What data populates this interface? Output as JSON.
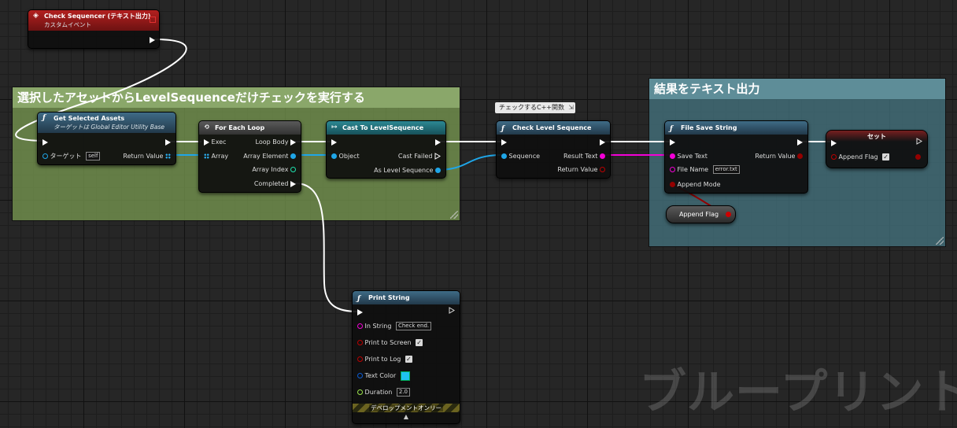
{
  "comments": {
    "left_title": "選択したアセットからLevelSequenceだけチェックを実行する",
    "right_title": "結果をテキスト出力"
  },
  "event_node": {
    "title": "Check Sequencer (テキスト出力)",
    "subtitle": "カスタムイベント"
  },
  "get_selected_assets": {
    "title": "Get Selected Assets",
    "subtitle": "ターゲットは Global Editor Utility Base",
    "target_label": "ターゲット",
    "target_value": "self",
    "return_label": "Return Value"
  },
  "for_each_loop": {
    "title": "For Each Loop",
    "exec_label": "Exec",
    "array_label": "Array",
    "loop_body_label": "Loop Body",
    "array_element_label": "Array Element",
    "array_index_label": "Array Index",
    "completed_label": "Completed"
  },
  "cast_node": {
    "title": "Cast To LevelSequence",
    "object_label": "Object",
    "cast_failed_label": "Cast Failed",
    "as_label": "As Level Sequence"
  },
  "check_node": {
    "tooltip": "チェックするC++関数",
    "title": "Check Level Sequence",
    "sequence_label": "Sequence",
    "result_text_label": "Result Text",
    "return_label": "Return Value"
  },
  "file_save": {
    "title": "File Save String",
    "save_text_label": "Save Text",
    "return_label": "Return Value",
    "file_name_label": "File Name",
    "file_name_value": "error.txt",
    "append_mode_label": "Append Mode"
  },
  "append_flag_getter": {
    "label": "Append Flag"
  },
  "set_node": {
    "title": "セット",
    "append_label": "Append Flag"
  },
  "print_string": {
    "title": "Print String",
    "in_string_label": "In String",
    "in_string_value": "Check end.",
    "print_screen_label": "Print to Screen",
    "print_log_label": "Print to Log",
    "text_color_label": "Text Color",
    "duration_label": "Duration",
    "duration_value": "2.0",
    "dev_only_label": "デベロップメントオンリー"
  },
  "watermark": "ブループリント",
  "colors": {
    "exec": "#ffffff",
    "object_pin": "#1fa6e8",
    "string_pin": "#f300d6",
    "bool_pin": "#940000",
    "int_pin": "#1fe3af",
    "float_pin": "#9be34b",
    "struct_pin": "#0a5cd6",
    "left_comment": "#6f8c4f",
    "right_comment": "#4d7b86"
  }
}
